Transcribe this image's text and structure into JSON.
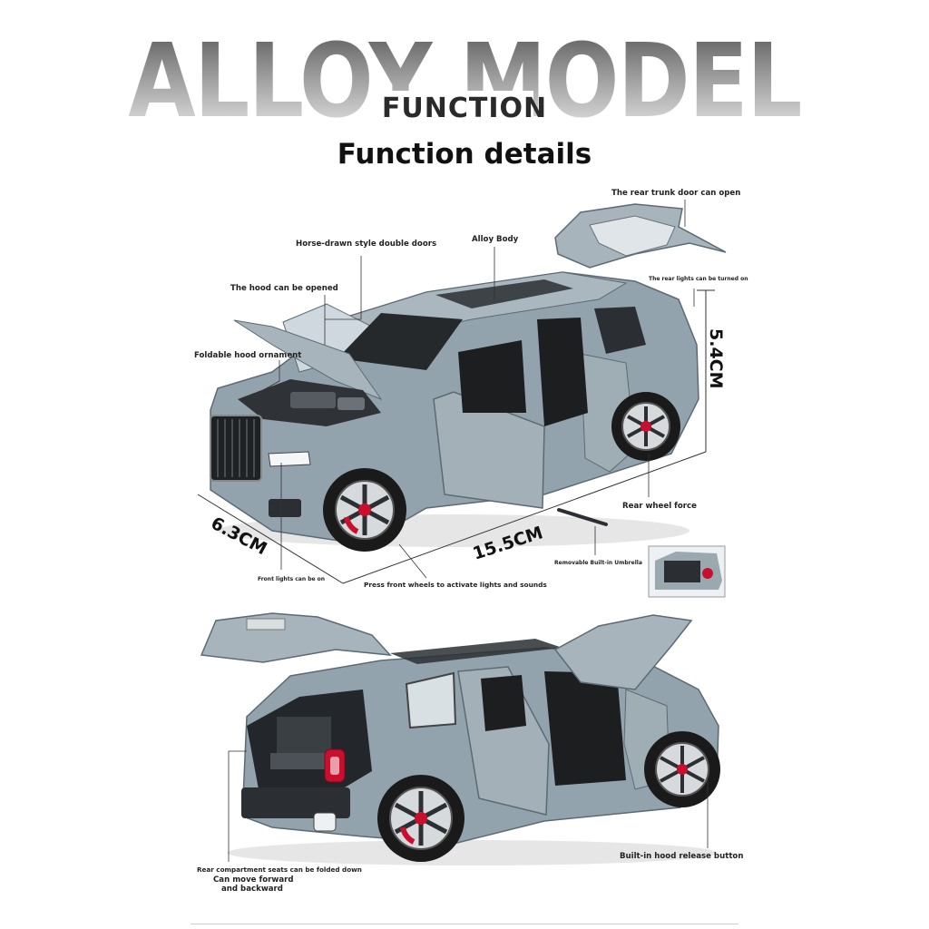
{
  "header": {
    "title": "ALLOY MODEL",
    "subtitle_word": "FUNCTION",
    "heading": "Function details"
  },
  "dimensions": {
    "height": "5.4CM",
    "length": "15.5CM",
    "width": "6.3CM"
  },
  "callouts": {
    "rear_trunk": "The rear trunk door can open",
    "double_doors": "Horse-drawn style double doors",
    "alloy_body": "Alloy Body",
    "hood_open": "The hood can be opened",
    "rear_lights": "The rear lights can be turned on",
    "hood_ornament": "Foldable hood ornament",
    "rear_wheel": "Rear wheel force",
    "umbrella": "Removable Built-in Umbrella",
    "front_lights": "Front lights can be on",
    "press_wheels": "Press front wheels to activate lights and sounds",
    "rear_seats": "Rear compartment seats can be folded down",
    "move_line1": "Can move forward",
    "move_line2": "and backward",
    "hood_release": "Built-in hood release button"
  },
  "colors": {
    "car_body": "#93a3ad",
    "car_shadow": "#6e7e88",
    "tire": "#1a1a1a",
    "caliper": "#c8102e",
    "line": "#333333"
  }
}
